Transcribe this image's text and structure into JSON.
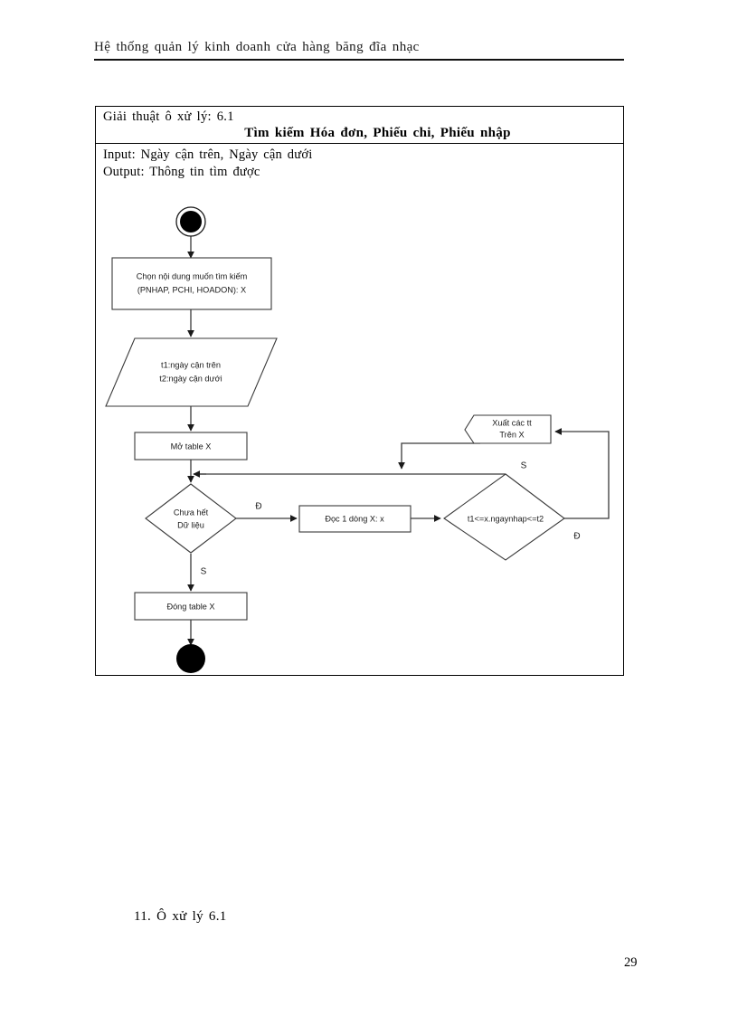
{
  "header": {
    "running_head": "Hệ thống  quản lý kinh  doanh cửa hàng  băng  đĩa nhạc"
  },
  "algorithm_box": {
    "title_label": "Giải thuật  ô xử lý:  6.1",
    "title_main": "Tìm  kiếm Hóa đơn, Phiếu chi, Phiếu nhập",
    "input_line": "Input:  Ngày cận trên, Ngày cận dưới",
    "output_line": "Output:  Thông  tin tìm  được"
  },
  "flowchart": {
    "nodes": {
      "start": {
        "name": "start-node",
        "shape": "filled-circle-with-ring"
      },
      "choose_content": {
        "shape": "process",
        "line1": "Chọn nội dung muốn tìm kiếm",
        "line2": "(PNHAP, PCHI, HOADON): X"
      },
      "input_dates": {
        "shape": "parallelogram",
        "line1": "t1:ngày cận trên",
        "line2": "t2:ngày cận dưới"
      },
      "open_table": {
        "shape": "process",
        "line1": "Mở table X"
      },
      "not_eof": {
        "shape": "decision",
        "line1": "Chưa hết",
        "line2": "Dữ liệu"
      },
      "read_row": {
        "shape": "process",
        "line1": "Đọc 1 dòng X: x"
      },
      "date_in_range": {
        "shape": "decision",
        "line1": "t1<=x.ngaynhap<=t2"
      },
      "output_info": {
        "shape": "display-flag",
        "line1": "Xuất các tt",
        "line2": "Trên X"
      },
      "close_table": {
        "shape": "process",
        "line1": "Đóng table X"
      },
      "end": {
        "name": "end-node",
        "shape": "filled-circle"
      }
    },
    "edge_labels": {
      "not_eof_true": "Đ",
      "not_eof_false": "S",
      "range_false": "S",
      "range_true": "Đ"
    }
  },
  "figure_caption": "11. Ô xử lý 6.1",
  "page_number": "29",
  "colors": {
    "ink": "#000000",
    "line": "#3a3a3a",
    "paper": "#ffffff"
  }
}
